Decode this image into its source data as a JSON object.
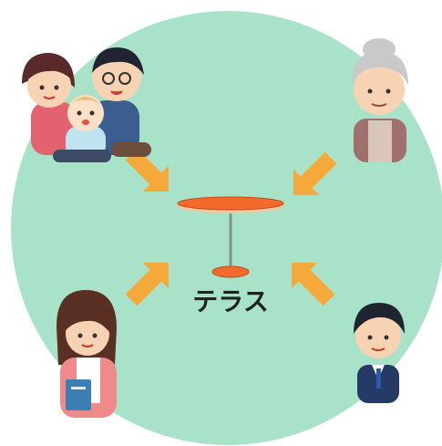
{
  "diagram": {
    "center_label": "テラス",
    "people": [
      {
        "id": "family",
        "icon": "family-with-baby-icon"
      },
      {
        "id": "elderly",
        "icon": "elderly-woman-icon"
      },
      {
        "id": "student",
        "icon": "young-woman-with-book-icon"
      },
      {
        "id": "businessman",
        "icon": "businessman-icon"
      }
    ],
    "colors": {
      "background_circle": "#a8e3c9",
      "table_top": "#f26b2c",
      "arrow": "#f6a93b",
      "text": "#222222"
    }
  }
}
